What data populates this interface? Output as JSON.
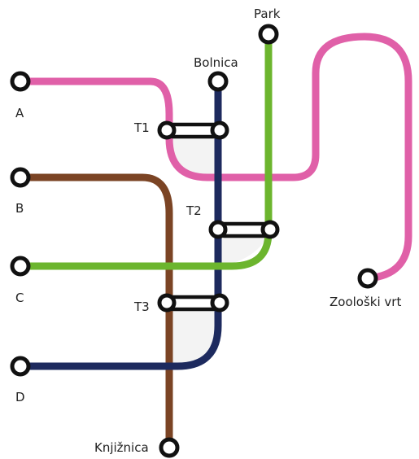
{
  "colors": {
    "pink": "#e060a8",
    "brown": "#7b4424",
    "green": "#6cb52e",
    "navy": "#1d2a5e"
  },
  "stations": {
    "a": "A",
    "b": "B",
    "c": "C",
    "d": "D",
    "park": "Park",
    "bolnica": "Bolnica",
    "zooloski_vrt": "Zoološki vrt",
    "knjiznica": "Knjižnica"
  },
  "transfers": {
    "t1": "T1",
    "t2": "T2",
    "t3": "T3"
  }
}
